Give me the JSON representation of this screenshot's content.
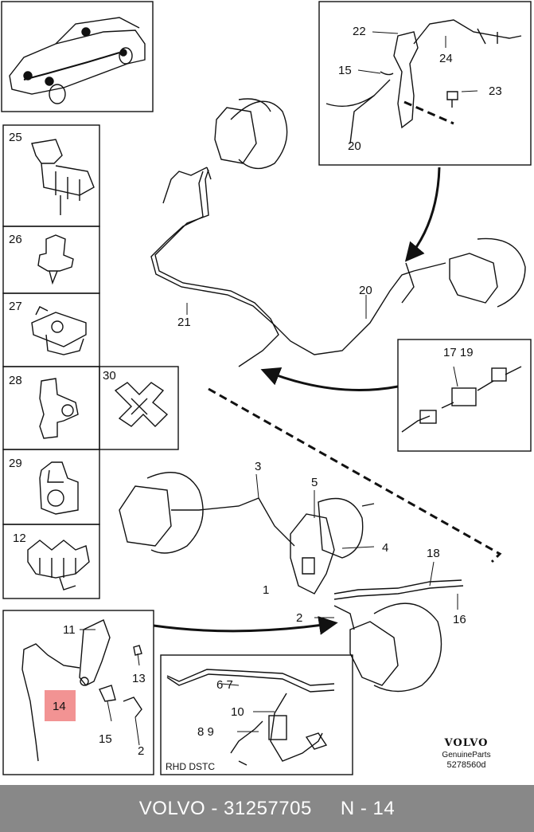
{
  "diagram": {
    "callouts": {
      "c1": "1",
      "c2a": "2",
      "c2b": "2",
      "c3": "3",
      "c4": "4",
      "c5": "5",
      "c6_7": "6 7",
      "c8_9": "8 9",
      "c10": "10",
      "c11": "11",
      "c12": "12",
      "c13": "13",
      "c14": "14",
      "c15a": "15",
      "c15b": "15",
      "c16": "16",
      "c17_19": "17 19",
      "c18": "18",
      "c20a": "20",
      "c20b": "20",
      "c21": "21",
      "c22": "22",
      "c23": "23",
      "c24": "24",
      "c25": "25",
      "c26": "26",
      "c27": "27",
      "c28": "28",
      "c29": "29",
      "c30": "30"
    },
    "inset_caption": "RHD DSTC",
    "highlight_color": "#f08080"
  },
  "brand": {
    "name": "VOLVO",
    "subtitle": "GenuineParts",
    "code": "5278560d"
  },
  "footer": {
    "make": "VOLVO - 31257705",
    "position": "N - 14"
  }
}
